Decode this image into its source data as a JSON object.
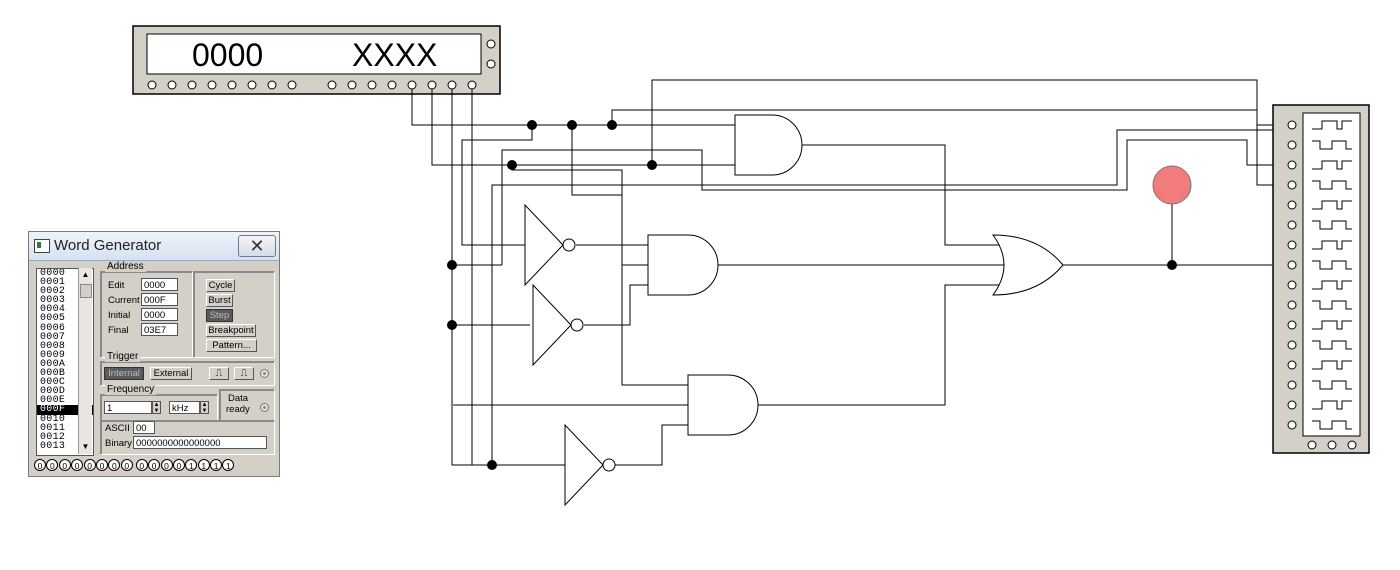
{
  "hex_display": {
    "left_value": "0000",
    "right_value": "XXXX"
  },
  "probe": {
    "color": "#f27b7b"
  },
  "word_generator": {
    "title": "Word Generator",
    "addresses": [
      "0000",
      "0001",
      "0002",
      "0003",
      "0004",
      "0005",
      "0006",
      "0007",
      "0008",
      "0009",
      "000A",
      "000B",
      "000C",
      "000D",
      "000E",
      "000F",
      "0010",
      "0011",
      "0012",
      "0013"
    ],
    "selected_address": "000F",
    "address_group": {
      "label": "Address",
      "edit_label": "Edit",
      "edit_value": "0000",
      "current_label": "Current",
      "current_value": "000F",
      "initial_label": "Initial",
      "initial_value": "0000",
      "final_label": "Final",
      "final_value": "03E7"
    },
    "controls": {
      "cycle": "Cycle",
      "burst": "Burst",
      "step": "Step",
      "breakpoint": "Breakpoint",
      "pattern": "Pattern..."
    },
    "trigger": {
      "label": "Trigger",
      "internal": "Internal",
      "external": "External"
    },
    "frequency": {
      "label": "Frequency",
      "value": "1",
      "unit": "kHz",
      "data_ready_line1": "Data",
      "data_ready_line2": "ready"
    },
    "ascii": {
      "label": "ASCII",
      "value": "00"
    },
    "binary": {
      "label": "Binary",
      "value": "0000000000000000"
    },
    "output_bits": [
      "0",
      "0",
      "0",
      "0",
      "0",
      "0",
      "0",
      "0",
      "0",
      "0",
      "0",
      "0",
      "1",
      "1",
      "1",
      "1"
    ]
  }
}
